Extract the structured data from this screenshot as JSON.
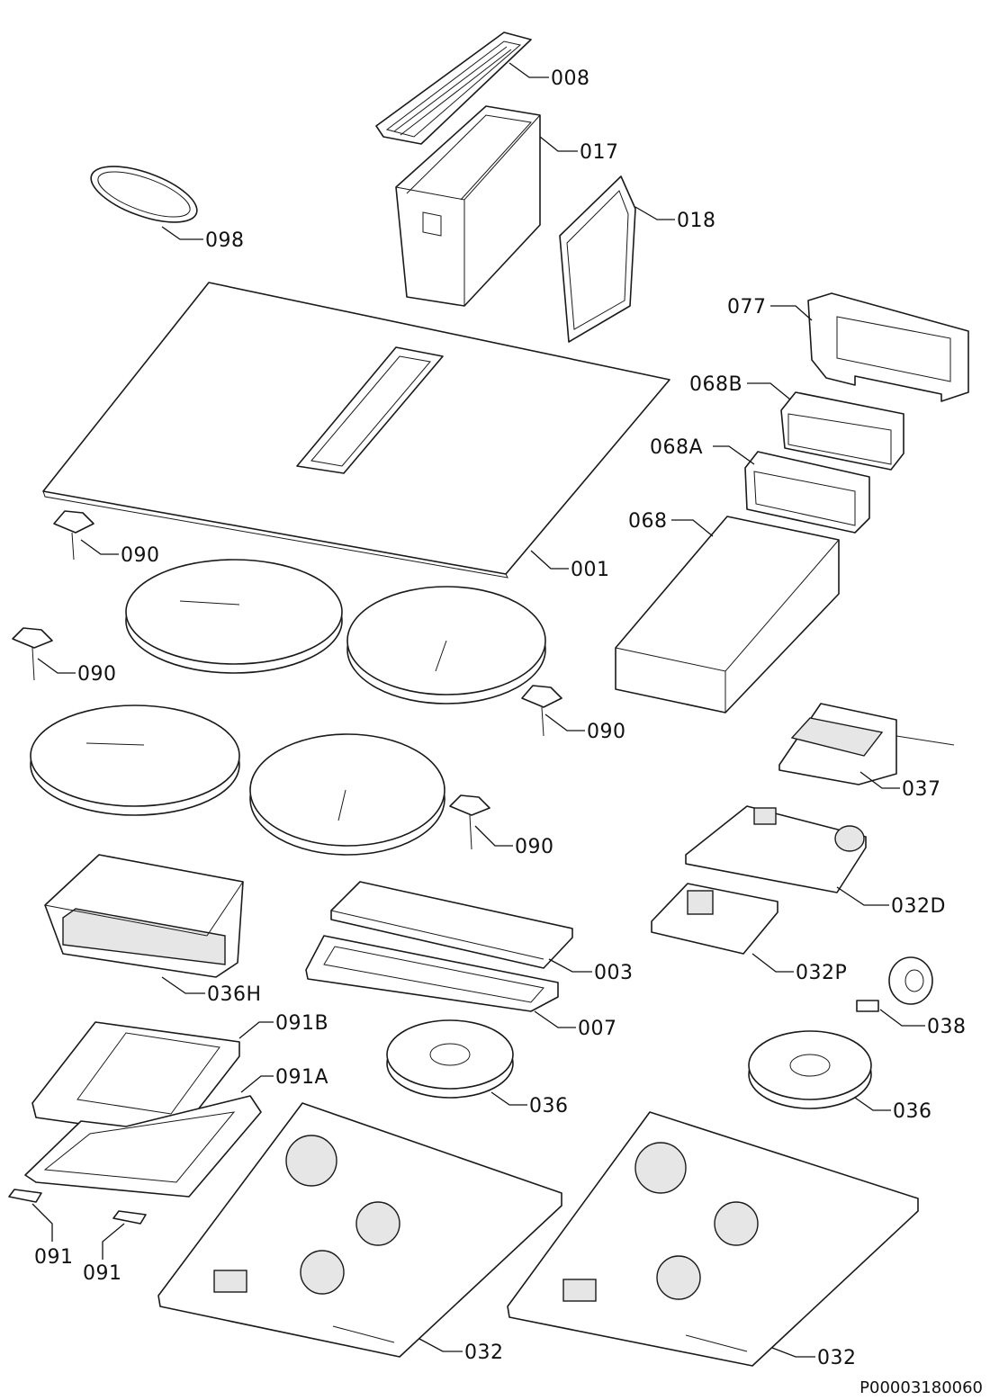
{
  "diagram": {
    "reference_code": "P00003180060",
    "callouts": {
      "c008": "008",
      "c017": "017",
      "c018": "018",
      "c098": "098",
      "c077": "077",
      "c068B": "068B",
      "c068A": "068A",
      "c068": "068",
      "c001": "001",
      "c090a": "090",
      "c090b": "090",
      "c090c": "090",
      "c090d": "090",
      "c037": "037",
      "c032D": "032D",
      "c003": "003",
      "c036H": "036H",
      "c032P": "032P",
      "c007": "007",
      "c038": "038",
      "c091B": "091B",
      "c091A": "091A",
      "c036a": "036",
      "c036b": "036",
      "c091a": "091",
      "c091b": "091",
      "c032a": "032",
      "c032b": "032"
    }
  }
}
